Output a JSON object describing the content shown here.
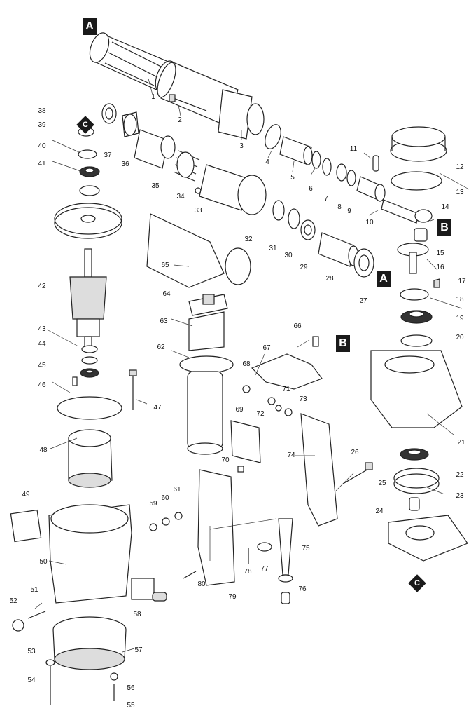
{
  "diagram": {
    "section_markers": [
      "A",
      "B",
      "C"
    ],
    "part_numbers": [
      "1",
      "2",
      "3",
      "4",
      "5",
      "6",
      "7",
      "8",
      "9",
      "10",
      "11",
      "12",
      "13",
      "14",
      "15",
      "16",
      "17",
      "18",
      "19",
      "20",
      "21",
      "22",
      "23",
      "24",
      "25",
      "26",
      "27",
      "28",
      "29",
      "30",
      "31",
      "32",
      "33",
      "34",
      "35",
      "36",
      "37",
      "38",
      "39",
      "40",
      "41",
      "42",
      "43",
      "44",
      "45",
      "46",
      "47",
      "48",
      "49",
      "50",
      "51",
      "52",
      "53",
      "54",
      "55",
      "56",
      "57",
      "58",
      "59",
      "60",
      "61",
      "62",
      "63",
      "64",
      "65",
      "66",
      "67",
      "68",
      "69",
      "70",
      "71",
      "72",
      "73",
      "74",
      "75",
      "76",
      "77",
      "78",
      "79",
      "80"
    ]
  }
}
